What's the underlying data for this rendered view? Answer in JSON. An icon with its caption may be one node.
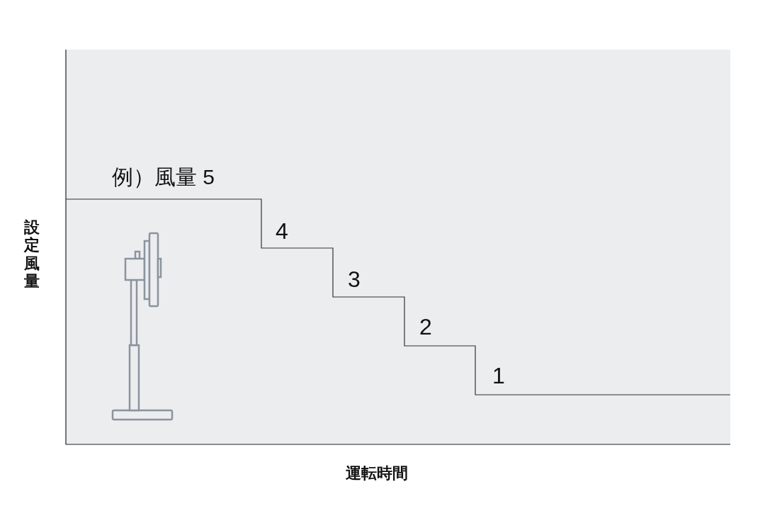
{
  "diagram": {
    "labels": [
      "例）風量 5",
      "4",
      "3",
      "2",
      "1",
      "設定風量",
      "運転時間"
    ]
  }
}
